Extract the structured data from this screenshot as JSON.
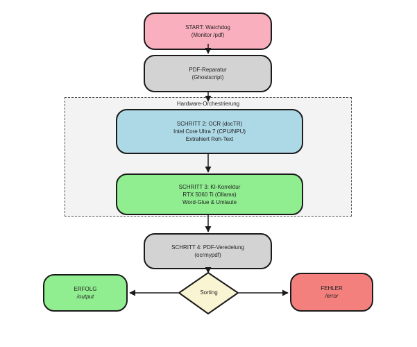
{
  "diagram": {
    "subgraph": {
      "label": "Hardware-Orchestrierung"
    },
    "nodes": {
      "start": {
        "lines": [
          "START: Watchdog",
          "(Monitor /pdf)"
        ]
      },
      "pdf_repair": {
        "lines": [
          "PDF-Reparatur",
          "(Ghostscript)"
        ]
      },
      "ocr": {
        "lines": [
          "SCHRITT 2: OCR (docTR)",
          "Intel Core Ultra 7 (CPU/NPU)",
          "Extrahiert Roh-Text"
        ]
      },
      "ki_korrektur": {
        "lines": [
          "SCHRITT 3: KI-Korrektur",
          "RTX 5060 Ti (Ollama)",
          "Word-Glue & Umlaute"
        ]
      },
      "pdf_veredelung": {
        "lines": [
          "SCHRITT 4: PDF-Veredelung",
          "(ocrmypdf)"
        ]
      },
      "sorting": {
        "label": "Sorting"
      },
      "erfolg": {
        "lines": [
          "ERFOLG",
          "/output"
        ]
      },
      "fehler": {
        "lines": [
          "FEHLER",
          "/error"
        ]
      }
    },
    "colors": {
      "start_fill": "#f9afbe",
      "gray_fill": "#d3d3d3",
      "blue_fill": "#add8e6",
      "green_fill": "#90ee90",
      "red_fill": "#f4807d",
      "diamond_fill": "#f9f4d2",
      "subgraph_fill": "#f3f3f3",
      "border": "#1a1a1a"
    }
  }
}
